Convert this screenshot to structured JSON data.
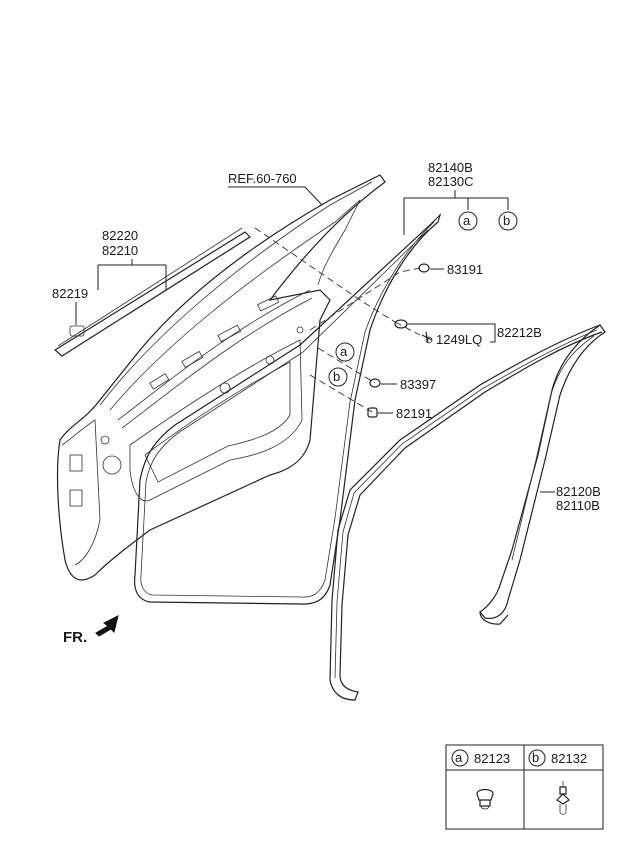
{
  "ref_label": "REF.60-760",
  "groups": {
    "belt_moulding": {
      "top": "82220",
      "bottom": "82210",
      "clip": "82219"
    },
    "door_weatherstrip": {
      "top": "82140B",
      "bottom": "82130C",
      "marker_a": "a",
      "marker_b": "b"
    },
    "body_weatherstrip": {
      "top": "82120B",
      "bottom": "82110B"
    },
    "weatherstrip_assy": "82212B"
  },
  "callouts": {
    "p83191": "83191",
    "p1249LQ": "1249LQ",
    "p83397": "83397",
    "p82191": "82191",
    "marker_a": "a",
    "marker_b": "b"
  },
  "front_indicator": "FR.",
  "legend": {
    "a": {
      "marker": "a",
      "part": "82123"
    },
    "b": {
      "marker": "b",
      "part": "82132"
    }
  }
}
